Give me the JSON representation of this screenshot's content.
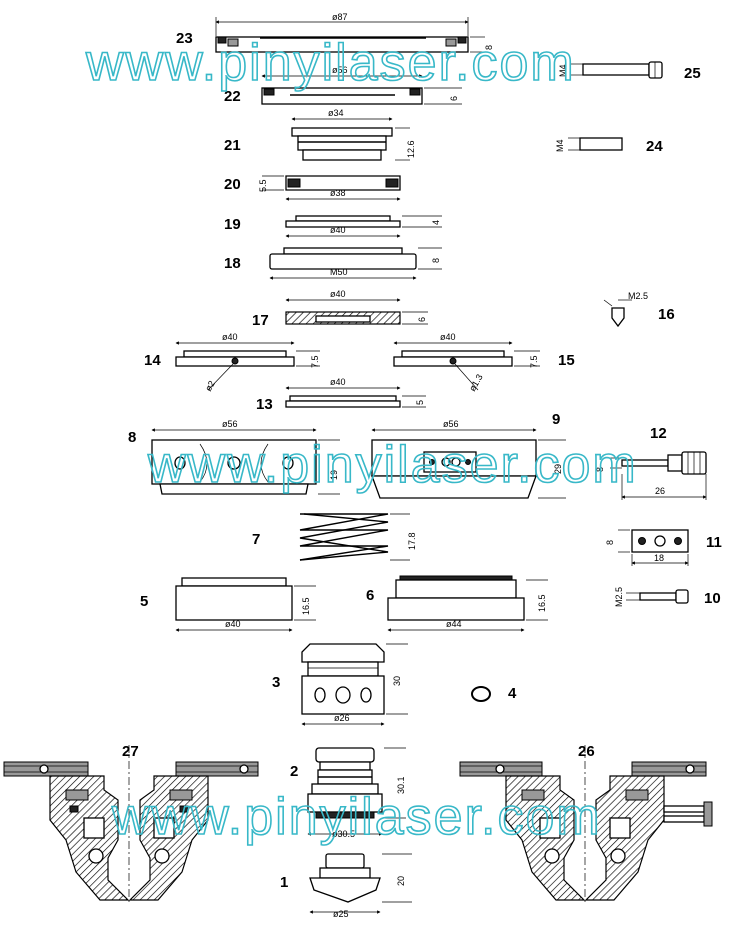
{
  "watermark": "www.pinyilaser.com",
  "parts": [
    {
      "num": "1",
      "dims": [
        "ø25",
        "20"
      ]
    },
    {
      "num": "2",
      "dims": [
        "ø30.5",
        "30.1"
      ]
    },
    {
      "num": "3",
      "dims": [
        "ø26",
        "30"
      ]
    },
    {
      "num": "4",
      "dims": []
    },
    {
      "num": "5",
      "dims": [
        "ø40",
        "16.5"
      ]
    },
    {
      "num": "6",
      "dims": [
        "ø44",
        "16.5"
      ]
    },
    {
      "num": "7",
      "dims": [
        "17.8"
      ]
    },
    {
      "num": "8",
      "dims": [
        "ø56",
        "19"
      ]
    },
    {
      "num": "9",
      "dims": [
        "ø56",
        "29"
      ]
    },
    {
      "num": "10",
      "dims": [
        "M2.5"
      ]
    },
    {
      "num": "11",
      "dims": [
        "8",
        "18"
      ]
    },
    {
      "num": "12",
      "dims": [
        "8",
        "26"
      ]
    },
    {
      "num": "13",
      "dims": [
        "ø40",
        "5"
      ]
    },
    {
      "num": "14",
      "dims": [
        "ø40",
        "7.5",
        "ø2"
      ]
    },
    {
      "num": "15",
      "dims": [
        "ø40",
        "7.5",
        "ø1.3"
      ]
    },
    {
      "num": "16",
      "dims": [
        "M2.5"
      ]
    },
    {
      "num": "17",
      "dims": [
        "ø40",
        "6"
      ]
    },
    {
      "num": "18",
      "dims": [
        "M50",
        "8"
      ]
    },
    {
      "num": "19",
      "dims": [
        "ø40",
        "4"
      ]
    },
    {
      "num": "20",
      "dims": [
        "ø38",
        "5.5"
      ]
    },
    {
      "num": "21",
      "dims": [
        "ø34",
        "12.6"
      ]
    },
    {
      "num": "22",
      "dims": [
        "ø56",
        "6"
      ]
    },
    {
      "num": "23",
      "dims": [
        "ø87",
        "8"
      ]
    },
    {
      "num": "24",
      "dims": [
        "M4"
      ]
    },
    {
      "num": "25",
      "dims": [
        "M4"
      ]
    },
    {
      "num": "26",
      "dims": []
    },
    {
      "num": "27",
      "dims": []
    }
  ]
}
